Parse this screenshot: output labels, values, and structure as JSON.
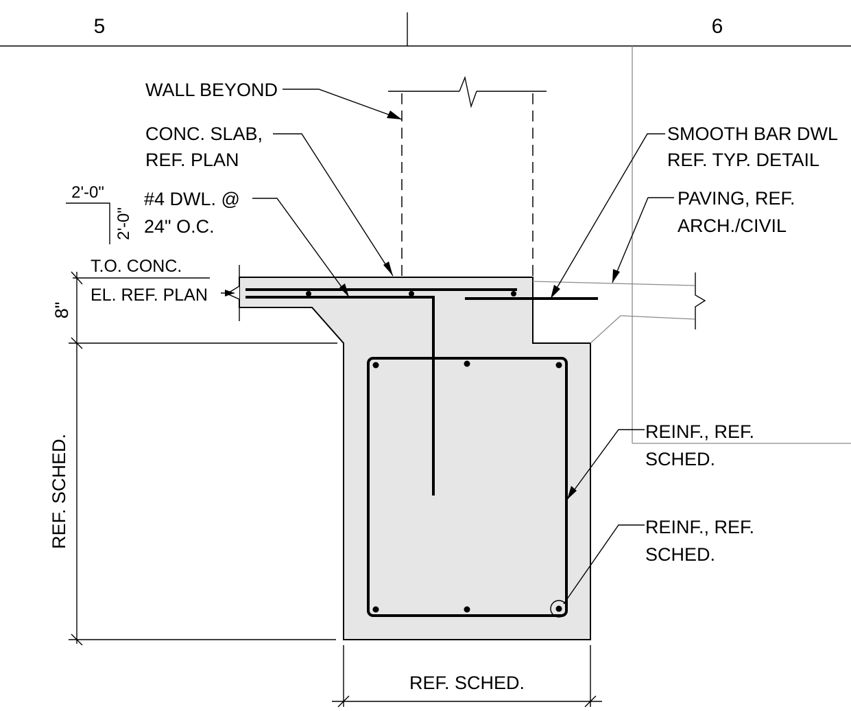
{
  "grid_lines": {
    "left": "5",
    "right": "6"
  },
  "callouts": {
    "wall_beyond": "WALL BEYOND",
    "conc_slab_1": "CONC. SLAB,",
    "conc_slab_2": "REF. PLAN",
    "dowel_1": "#4 DWL. @",
    "dowel_2": "24\" O.C.",
    "smooth_bar_1": "SMOOTH BAR DWL",
    "smooth_bar_2": "REF. TYP. DETAIL",
    "paving_1": "PAVING, REF.",
    "paving_2": "ARCH./CIVIL",
    "reinf_a_1": "REINF., REF.",
    "reinf_a_2": "SCHED.",
    "reinf_b_1": "REINF., REF.",
    "reinf_b_2": "SCHED."
  },
  "slope": {
    "horizontal": "2'-0\"",
    "vertical": "2'-0\""
  },
  "elevation": {
    "line_1": "T.O. CONC.",
    "line_2": "EL. REF. PLAN"
  },
  "dimensions": {
    "slab_depth": "8\"",
    "footing_depth": "REF. SCHED.",
    "footing_width": "REF. SCHED."
  }
}
